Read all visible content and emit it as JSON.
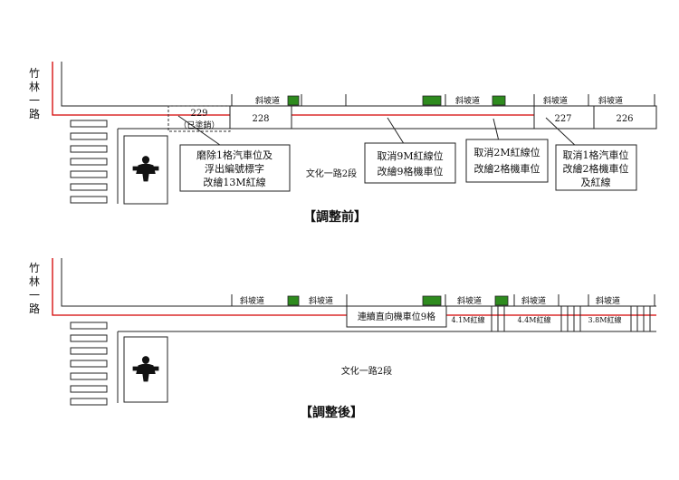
{
  "colors": {
    "red_line": "#d40000",
    "green_block": "#2e8b1e",
    "ink": "#111111"
  },
  "before": {
    "cross_road": [
      "竹",
      "林",
      "一",
      "路"
    ],
    "ramp_label": "斜坡道",
    "main_road_label": "文化一路2段",
    "section_title": "【調整前】",
    "lot_229": "229",
    "lot_229_note": "（已塗銷）",
    "lot_228": "228",
    "lot_227": "227",
    "lot_226": "226",
    "callout_1": [
      "磨除1格汽車位及",
      "浮出編號標字",
      "改繪13M紅線"
    ],
    "callout_2": [
      "取消9M紅線位",
      "改繪9格機車位"
    ],
    "callout_3": [
      "取消2M紅線位",
      "改繪2格機車位"
    ],
    "callout_4": [
      "取消1格汽車位",
      "改繪2格機車位",
      "及紅線"
    ],
    "icon": "person-crossing-icon"
  },
  "after": {
    "cross_road": [
      "竹",
      "林",
      "一",
      "路"
    ],
    "ramp_label": "斜坡道",
    "main_road_label": "文化一路2段",
    "section_title": "【調整後】",
    "scooter_box": "連續直向機車位9格",
    "red_1": "4.1M紅線",
    "red_2": "4.4M紅線",
    "red_3": "3.8M紅線",
    "icon": "person-crossing-icon"
  }
}
